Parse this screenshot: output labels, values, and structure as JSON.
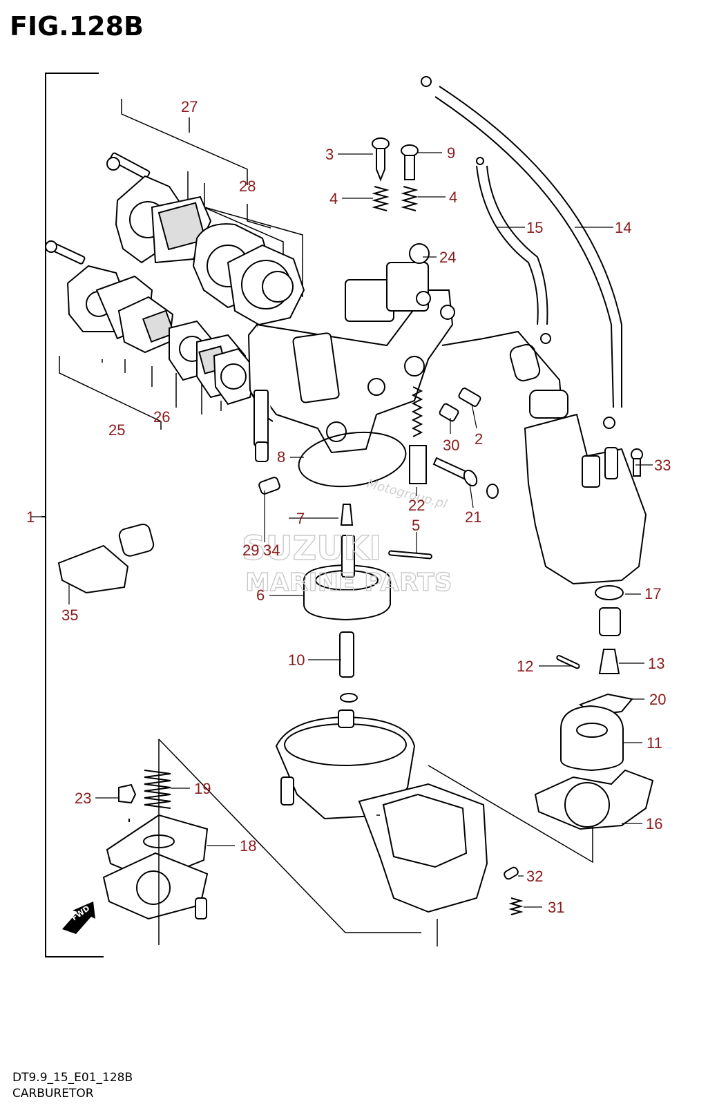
{
  "title": "FIG.128B",
  "footer": {
    "code": "DT9.9_15_E01_128B",
    "name": "CARBURETOR"
  },
  "watermark": {
    "brand_line1": "SUZUKI",
    "brand_line2": "MARINE PARTS",
    "site": "Motogroup.pl"
  },
  "fwd_label": "FWD",
  "callouts": [
    {
      "id": "27",
      "label": "27"
    },
    {
      "id": "28",
      "label": "28"
    },
    {
      "id": "3",
      "label": "3"
    },
    {
      "id": "9",
      "label": "9"
    },
    {
      "id": "4a",
      "label": "4"
    },
    {
      "id": "4b",
      "label": "4"
    },
    {
      "id": "15",
      "label": "15"
    },
    {
      "id": "14",
      "label": "14"
    },
    {
      "id": "24",
      "label": "24"
    },
    {
      "id": "2",
      "label": "2"
    },
    {
      "id": "30",
      "label": "30"
    },
    {
      "id": "25",
      "label": "25"
    },
    {
      "id": "26",
      "label": "26"
    },
    {
      "id": "8",
      "label": "8"
    },
    {
      "id": "33",
      "label": "33"
    },
    {
      "id": "22",
      "label": "22"
    },
    {
      "id": "21",
      "label": "21"
    },
    {
      "id": "1",
      "label": "1"
    },
    {
      "id": "7",
      "label": "7"
    },
    {
      "id": "5",
      "label": "5"
    },
    {
      "id": "29",
      "label": "29"
    },
    {
      "id": "34",
      "label": "34"
    },
    {
      "id": "6",
      "label": "6"
    },
    {
      "id": "35",
      "label": "35"
    },
    {
      "id": "17",
      "label": "17"
    },
    {
      "id": "10",
      "label": "10"
    },
    {
      "id": "12",
      "label": "12"
    },
    {
      "id": "13",
      "label": "13"
    },
    {
      "id": "20",
      "label": "20"
    },
    {
      "id": "11",
      "label": "11"
    },
    {
      "id": "23",
      "label": "23"
    },
    {
      "id": "19",
      "label": "19"
    },
    {
      "id": "16",
      "label": "16"
    },
    {
      "id": "18",
      "label": "18"
    },
    {
      "id": "32",
      "label": "32"
    },
    {
      "id": "31",
      "label": "31"
    }
  ]
}
